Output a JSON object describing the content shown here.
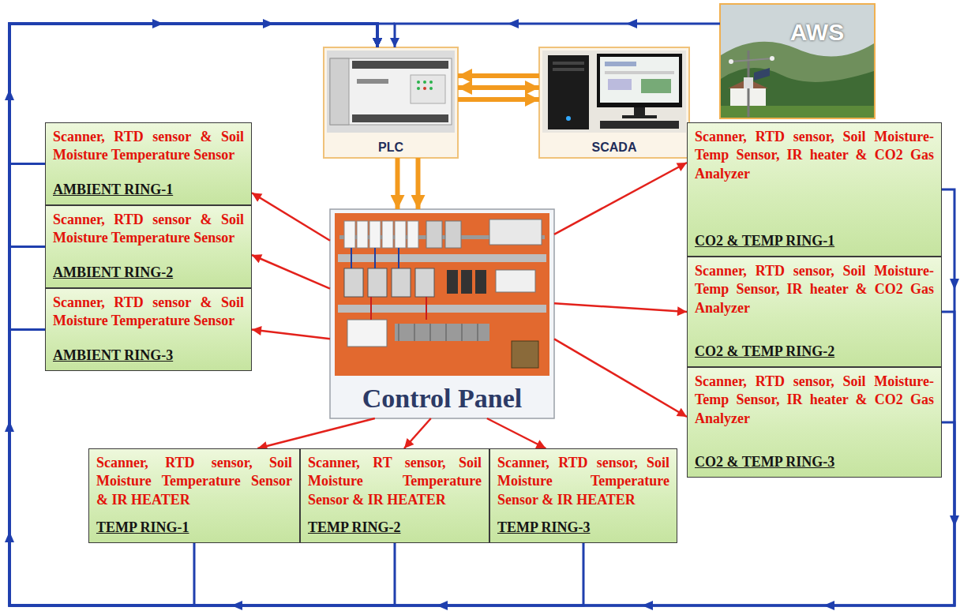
{
  "diagram": {
    "nodes": [
      {
        "text": [
          "PLC"
        ]
      },
      {
        "text": [
          "SCADA"
        ]
      },
      {
        "text": [
          "AWS"
        ]
      },
      {
        "text": [
          "Scanner, RTD sensor & Soil Moisture Temperature Sensor",
          "AMBIENT RING-1"
        ]
      },
      {
        "text": [
          "Scanner, RTD sensor & Soil Moisture Temperature Sensor",
          "AMBIENT RING-2"
        ]
      },
      {
        "text": [
          "Scanner, RTD sensor & Soil Moisture Temperature Sensor",
          "AMBIENT RING-3"
        ]
      },
      {
        "text": [
          "Control Panel"
        ]
      },
      {
        "text": [
          "Scanner, RTD sensor, Soil Moisture-Temp Sensor, IR heater & CO2 Gas Analyzer",
          "CO2 & TEMP RING-1"
        ]
      },
      {
        "text": [
          "Scanner, RTD sensor, Soil Moisture-Temp Sensor, IR heater & CO2 Gas Analyzer",
          "CO2 & TEMP RING-2"
        ]
      },
      {
        "text": [
          "Scanner, RTD sensor, Soil Moisture-Temp Sensor, IR heater & CO2 Gas Analyzer",
          "CO2 & TEMP RING-3"
        ]
      },
      {
        "text": [
          "Scanner, RTD sensor, Soil Moisture Temperature Sensor & IR HEATER",
          "TEMP RING-1"
        ]
      },
      {
        "text": [
          "Scanner, RT sensor, Soil Moisture Temperature Sensor & IR HEATER",
          "TEMP RING-2"
        ]
      },
      {
        "text": [
          "Scanner, RTD sensor, Soil Moisture Temperature Sensor & IR HEATER",
          "TEMP RING-3"
        ]
      }
    ],
    "edges": [
      {
        "from": 1,
        "to": 0,
        "arrow": "to"
      },
      {
        "from": 0,
        "to": 1,
        "arrow": "both"
      },
      {
        "from": 0,
        "to": 1,
        "arrow": "to"
      },
      {
        "from": 0,
        "to": 6,
        "arrow": "to"
      },
      {
        "from": 0,
        "to": 6,
        "arrow": "to"
      },
      {
        "from": 6,
        "to": 3,
        "arrow": "to"
      },
      {
        "from": 6,
        "to": 4,
        "arrow": "to"
      },
      {
        "from": 6,
        "to": 5,
        "arrow": "to"
      },
      {
        "from": 6,
        "to": 10,
        "arrow": "to"
      },
      {
        "from": 6,
        "to": 11,
        "arrow": "to"
      },
      {
        "from": 6,
        "to": 12,
        "arrow": "to"
      },
      {
        "from": 6,
        "to": 7,
        "arrow": "to"
      },
      {
        "from": 6,
        "to": 8,
        "arrow": "to"
      },
      {
        "from": 6,
        "to": 9,
        "arrow": "to"
      },
      {
        "from": 2,
        "to": 0,
        "arrow": "to"
      },
      {
        "from": 3,
        "to": 0,
        "arrow": "to"
      },
      {
        "from": 4,
        "to": 0,
        "arrow": "to"
      },
      {
        "from": 5,
        "to": 0,
        "arrow": "to"
      },
      {
        "from": 10,
        "to": 0,
        "arrow": "to"
      },
      {
        "from": 11,
        "to": 0,
        "arrow": "to"
      },
      {
        "from": 12,
        "to": 0,
        "arrow": "to"
      },
      {
        "from": 7,
        "to": 0,
        "arrow": "to"
      },
      {
        "from": 8,
        "to": 0,
        "arrow": "to"
      },
      {
        "from": 9,
        "to": 0,
        "arrow": "to"
      }
    ]
  }
}
